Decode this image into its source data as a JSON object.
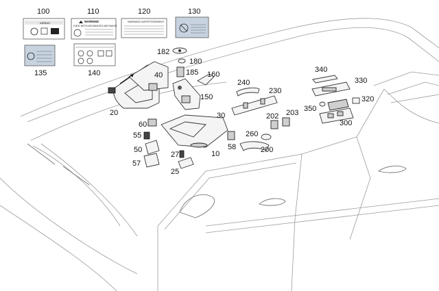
{
  "callouts": {
    "c100": "100",
    "c110": "110",
    "c120": "120",
    "c130": "130",
    "c135": "135",
    "c140": "140",
    "c182": "182",
    "c180": "180",
    "c185": "185",
    "c160": "160",
    "c40": "40",
    "c20": "20",
    "c150": "150",
    "c240": "240",
    "c230": "230",
    "c340": "340",
    "c330": "330",
    "c320": "320",
    "c350": "350",
    "c300": "300",
    "c30": "30",
    "c60": "60",
    "c55": "55",
    "c50": "50",
    "c57": "57",
    "c27": "27",
    "c25": "25",
    "c10": "10",
    "c58": "58",
    "c260": "260",
    "c202": "202",
    "c203": "203",
    "c200": "200"
  },
  "labels": {
    "airbag": "AIRBAG",
    "warning": "WARNING",
    "warning_avert": "WARNING AVERTISSEMENT",
    "kids_line": "KIDS WITH ADVANCED AIR BAGS"
  },
  "colors": {
    "car_outline": "#9a9a9a",
    "part_stroke": "#333333",
    "label_blue": "#c7d3e0",
    "callout_text": "#111111"
  }
}
